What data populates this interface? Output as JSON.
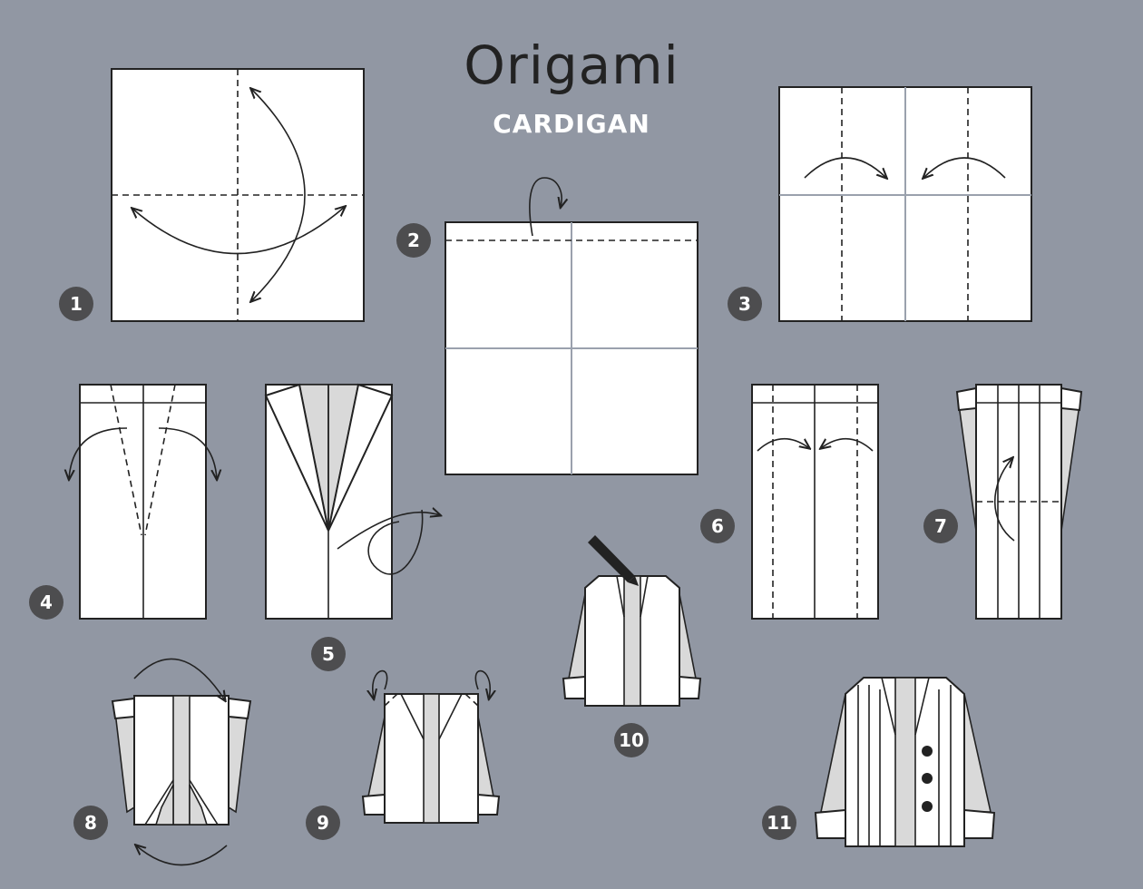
{
  "header": {
    "title": "Origami",
    "subtitle": "CARDIGAN"
  },
  "steps": [
    {
      "label": "1"
    },
    {
      "label": "2"
    },
    {
      "label": "3"
    },
    {
      "label": "4"
    },
    {
      "label": "5"
    },
    {
      "label": "6"
    },
    {
      "label": "7"
    },
    {
      "label": "8"
    },
    {
      "label": "9"
    },
    {
      "label": "10"
    },
    {
      "label": "11"
    }
  ],
  "colors": {
    "background": "#9197a3",
    "paper": "#ffffff",
    "paper_back": "#d9d9d9",
    "badge": "#4d4d4f",
    "outline": "#222222",
    "crease": "#9aa1ad"
  }
}
